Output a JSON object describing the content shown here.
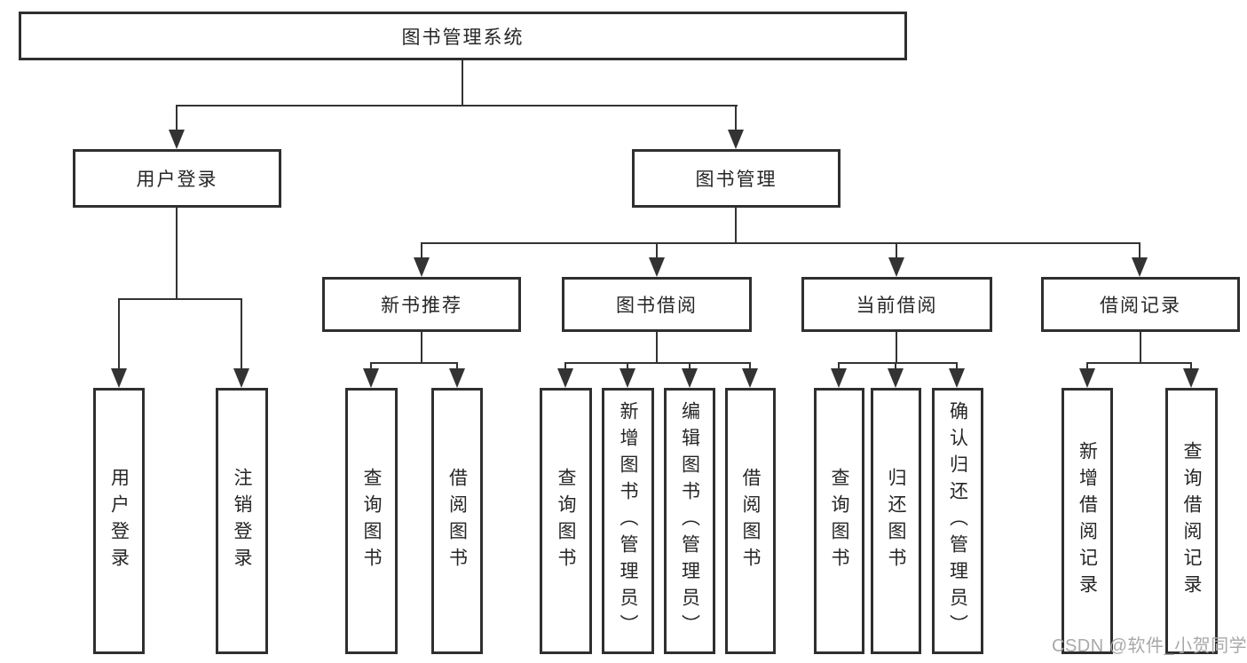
{
  "root": {
    "label": "图书管理系统",
    "children": [
      {
        "label": "用户登录",
        "children": [
          {
            "label": "用户登录"
          },
          {
            "label": "注销登录"
          }
        ]
      },
      {
        "label": "图书管理",
        "children": [
          {
            "label": "新书推荐",
            "children": [
              {
                "label": "查询图书"
              },
              {
                "label": "借阅图书"
              }
            ]
          },
          {
            "label": "图书借阅",
            "children": [
              {
                "label": "查询图书"
              },
              {
                "label": "新增图书（管理员）"
              },
              {
                "label": "编辑图书（管理员）"
              },
              {
                "label": "借阅图书"
              }
            ]
          },
          {
            "label": "当前借阅",
            "children": [
              {
                "label": "查询图书"
              },
              {
                "label": "归还图书"
              },
              {
                "label": "确认归还（管理员）"
              }
            ]
          },
          {
            "label": "借阅记录",
            "children": [
              {
                "label": "新增借阅记录"
              },
              {
                "label": "查询借阅记录"
              }
            ]
          }
        ]
      }
    ]
  },
  "watermark": "CSDN @软件_小贺同学",
  "colors": {
    "line": "#333333",
    "box_border": "#2f2f2f",
    "text": "#262626",
    "background": "#ffffff",
    "watermark": "#a9a9a9"
  }
}
